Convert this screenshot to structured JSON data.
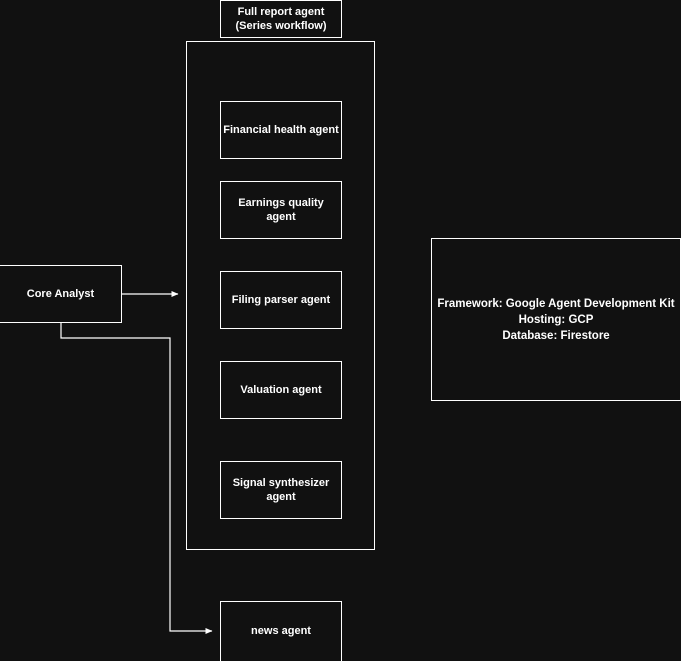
{
  "diagram": {
    "background_color": "#111111",
    "stroke_color": "#ffffff",
    "text_color": "#ffffff"
  },
  "title_box": {
    "label": "Full report agent\n(Series workflow)"
  },
  "workflow": {
    "agents": [
      {
        "label": "Financial health agent"
      },
      {
        "label": "Earnings quality\nagent"
      },
      {
        "label": "Filing parser agent"
      },
      {
        "label": "Valuation agent"
      },
      {
        "label": "Signal synthesizer\nagent"
      }
    ]
  },
  "core_analyst": {
    "label": "Core Analyst"
  },
  "news_agent": {
    "label": "news agent"
  },
  "info_panel": {
    "lines": "Framework: Google Agent Development Kit\nHosting: GCP\nDatabase: Firestore"
  }
}
